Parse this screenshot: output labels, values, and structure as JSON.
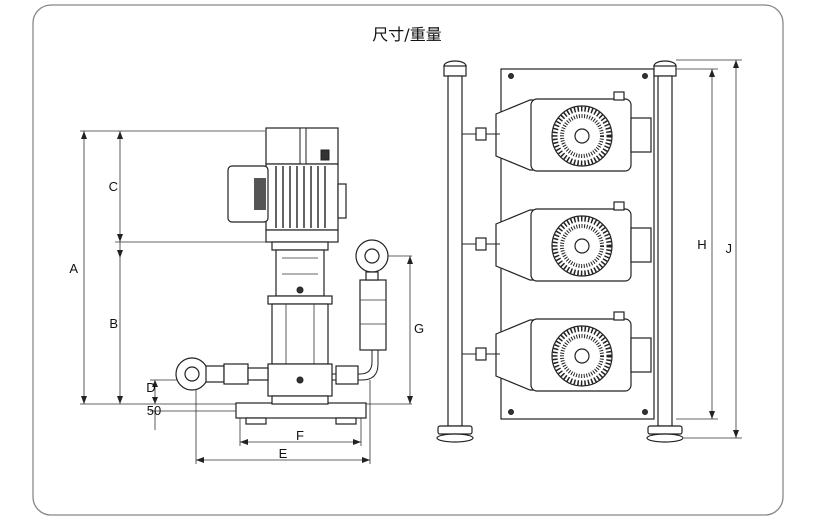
{
  "title": "尺寸/重量",
  "dimensions": {
    "A": "A",
    "B": "B",
    "C": "C",
    "D": "D",
    "E": "E",
    "F": "F",
    "G": "G",
    "H": "H",
    "J": "J",
    "fifty": "50"
  },
  "colors": {
    "line": "#222222",
    "border": "#888888",
    "background": "#ffffff"
  }
}
